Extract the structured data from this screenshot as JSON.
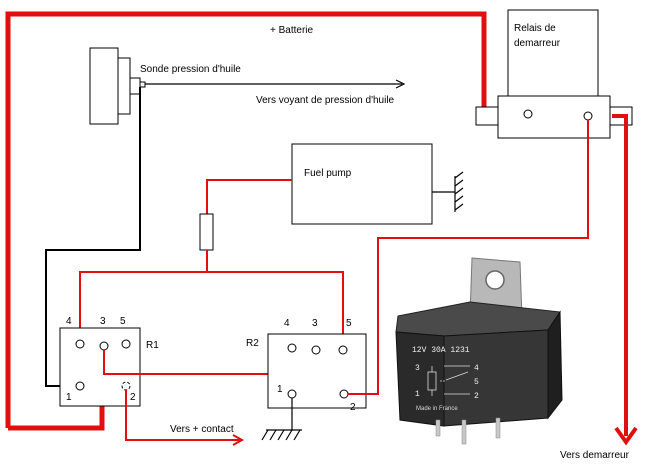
{
  "labels": {
    "batterie": "+ Batterie",
    "relais_line1": "Relais de",
    "relais_line2": "demarreur",
    "sonde": "Sonde pression d'huile",
    "voyant": "Vers voyant de pression d'huile",
    "fuel_pump": "Fuel pump",
    "r1": "R1",
    "r2": "R2",
    "vers_contact": "Vers + contact",
    "vers_demarreur": "Vers demarreur"
  },
  "r1_pins": {
    "p4": "4",
    "p3": "3",
    "p5": "5",
    "p1": "1",
    "p2": "2"
  },
  "r2_pins": {
    "p4": "4",
    "p3": "3",
    "p5": "5",
    "p1": "1",
    "p2": "2"
  },
  "relay_photo": {
    "rating": "12V  30A  1231",
    "made_in": "Made in France",
    "pin_a": "3",
    "pin_b": "4",
    "pin_c": "1",
    "pin_d": "2",
    "pin_e": "5"
  },
  "colors": {
    "wire_red": "#e01010",
    "wire_black": "#000000",
    "relay_body": "#2e2e2e"
  }
}
